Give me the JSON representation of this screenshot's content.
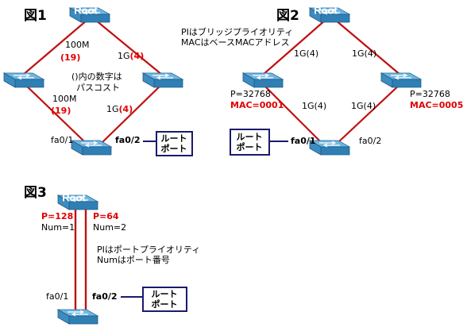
{
  "figures": {
    "fig1": {
      "title": "図1",
      "root_label": "Root",
      "link_top_left": "100M",
      "link_top_left_cost": "(19)",
      "link_bottom_left": "100M",
      "link_bottom_left_cost": "(19)",
      "link_top_right_pre": "1G",
      "link_top_right_cost": "(4)",
      "link_bottom_right_pre": "1G",
      "link_bottom_right_cost": "(4)",
      "note_line1": "()内の数字は",
      "note_line2": "パスコスト",
      "port_left": "fa0/1",
      "port_right": "fa0/2",
      "root_port_line1": "ルート",
      "root_port_line2": "ポート"
    },
    "fig2": {
      "title": "図2",
      "root_label": "Root",
      "note_line1": "PIはブリッジプライオリティ",
      "note_line2": "MACはベースMACアドレス",
      "link_top_left": "1G(4)",
      "link_top_right": "1G(4)",
      "link_bottom_left": "1G(4)",
      "link_bottom_right": "1G(4)",
      "left_priority": "P=32768",
      "left_mac": "MAC=0001",
      "right_priority": "P=32768",
      "right_mac": "MAC=0005",
      "port_left": "fa0/1",
      "port_right": "fa0/2",
      "root_port_line1": "ルート",
      "root_port_line2": "ポート"
    },
    "fig3": {
      "title": "図3",
      "root_label": "Root",
      "left_priority": "P=128",
      "left_num": "Num=1",
      "right_priority": "P=64",
      "right_num": "Num=2",
      "note_line1": "PIはポートプライオリティ",
      "note_line2": "Numはポート番号",
      "port_left": "fa0/1",
      "port_right": "fa0/2",
      "root_port_line1": "ルート",
      "root_port_line2": "ポート"
    }
  },
  "colors": {
    "link": "#c01010",
    "switch_top": "#5aa9d8",
    "switch_side": "#2f7fb5",
    "box_border": "#1a1a6e",
    "accent_red": "#e10000"
  },
  "icons": {
    "switch": "network-switch-icon",
    "root_switch": "root-switch-icon"
  }
}
